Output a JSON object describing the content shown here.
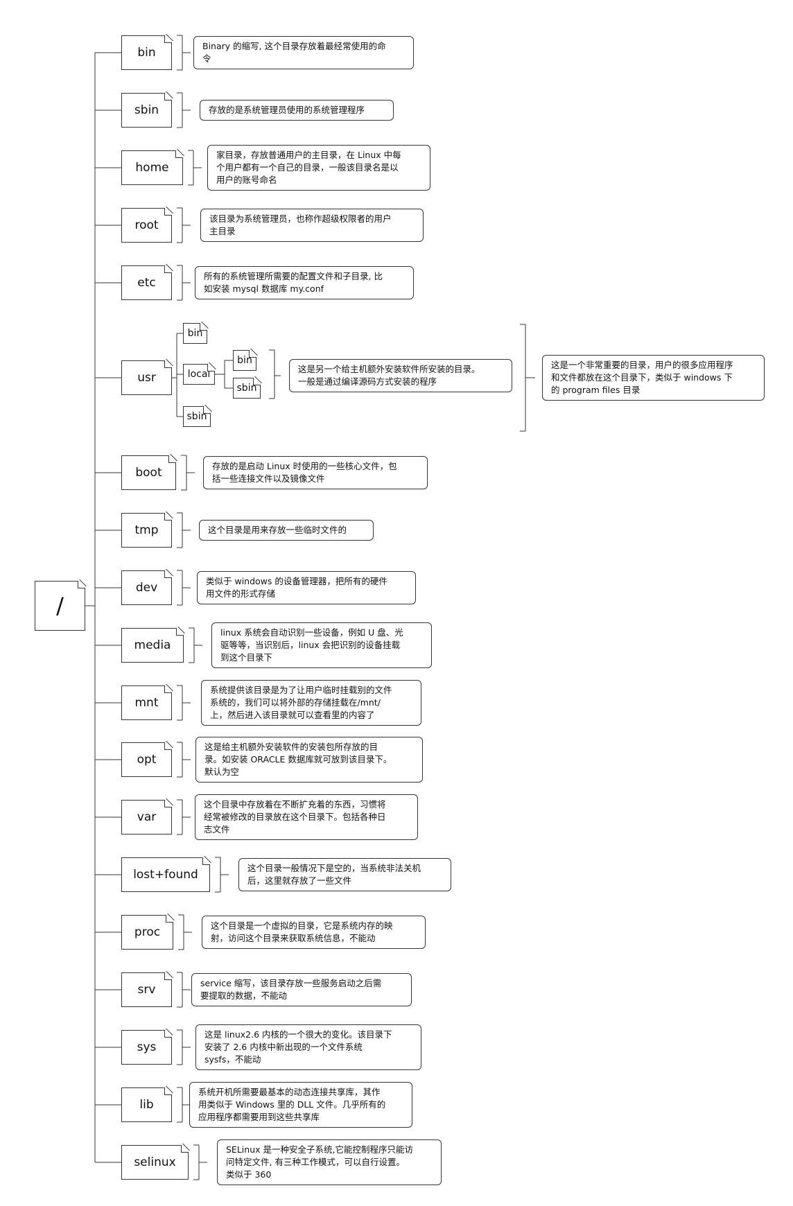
{
  "root": {
    "label": "/"
  },
  "dirs": [
    {
      "name": "bin",
      "desc": "Binary 的缩写, 这个目录存放着最经常使用的命\n令"
    },
    {
      "name": "sbin",
      "desc": "存放的是系统管理员使用的系统管理程序"
    },
    {
      "name": "home",
      "desc": "家目录，存放普通用户的主目录，在 Linux 中每\n个用户都有一个自己的目录，一般该目录名是以\n用户的账号命名"
    },
    {
      "name": "root",
      "desc": "该目录为系统管理员，也称作超级权限者的用户\n主目录"
    },
    {
      "name": "etc",
      "desc": "所有的系统管理所需要的配置文件和子目录, 比\n如安装 mysql 数据库 my.conf"
    },
    {
      "name": "usr",
      "desc": "这是一个非常重要的目录，用户的很多应用程序\n和文件都放在这个目录下，类似于 windows 下\n的 program files 目录"
    },
    {
      "name": "boot",
      "desc": "存放的是启动 Linux 时使用的一些核心文件，包\n括一些连接文件以及镜像文件"
    },
    {
      "name": "tmp",
      "desc": "这个目录是用来存放一些临时文件的"
    },
    {
      "name": "dev",
      "desc": "类似于 windows 的设备管理器，把所有的硬件\n用文件的形式存储"
    },
    {
      "name": "media",
      "desc": "linux 系统会自动识别一些设备，例如 U 盘、光\n驱等等，当识别后，linux 会把识别的设备挂载\n到这个目录下"
    },
    {
      "name": "mnt",
      "desc": "系统提供该目录是为了让用户临时挂载别的文件\n系统的，我们可以将外部的存储挂载在/mnt/\n上，然后进入该目录就可以查看里的内容了"
    },
    {
      "name": "opt",
      "desc": "这是给主机额外安装软件的安装包所存放的目\n录。如安装 ORACLE 数据库就可放到该目录下。\n默认为空"
    },
    {
      "name": "var",
      "desc": "这个目录中存放着在不断扩充着的东西，习惯将\n经常被修改的目录放在这个目录下。包括各种日\n志文件"
    },
    {
      "name": "lost+found",
      "desc": "这个目录一般情况下是空的，当系统非法关机\n后，这里就存放了一些文件"
    },
    {
      "name": "proc",
      "desc": "这个目录是一个虚拟的目录，它是系统内存的映\n射，访问这个目录来获取系统信息，不能动"
    },
    {
      "name": "srv",
      "desc": "service 缩写，该目录存放一些服务启动之后需\n要提取的数据，不能动"
    },
    {
      "name": "sys",
      "desc": "这是 linux2.6 内核的一个很大的变化。该目录下\n安装了 2.6 内核中新出现的一个文件系统\nsysfs，不能动"
    },
    {
      "name": "lib",
      "desc": "系统开机所需要最基本的动态连接共享库，其作\n用类似于 Windows 里的 DLL 文件。几乎所有的\n应用程序都需要用到这些共享库"
    },
    {
      "name": "selinux",
      "desc": "SELinux 是一种安全子系统,它能控制程序只能访\n问特定文件, 有三种工作模式，可以自行设置。\n类似于 360"
    }
  ],
  "usr_children": {
    "bin": "bin",
    "local": "local",
    "local_bin": "bin",
    "local_sbin": "sbin",
    "sbin": "sbin",
    "local_desc": "这是另一个给主机额外安装软件所安装的目录。\n一般是通过编译源码方式安装的程序"
  }
}
